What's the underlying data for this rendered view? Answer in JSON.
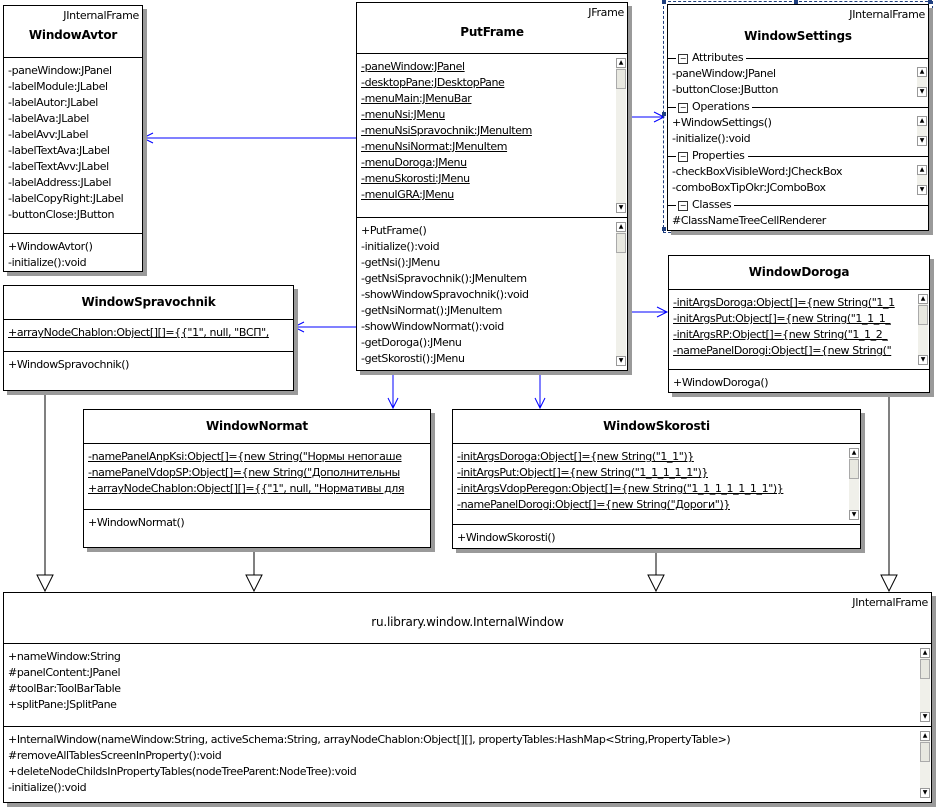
{
  "diagram": {
    "classes": [
      {
        "id": "WindowAvtor",
        "stereotype": "JInternalFrame",
        "name": "WindowAvtor",
        "attributes": [
          "-paneWindow:JPanel",
          "-labelModule:JLabel",
          "-labelAutor:JLabel",
          "-labelAva:JLabel",
          "-labelAvv:JLabel",
          "-labelTextAva:JLabel",
          "-labelTextAvv:JLabel",
          "-labelAddress:JLabel",
          "-labelCopyRight:JLabel",
          "-buttonClose:JButton"
        ],
        "attributes_static": false,
        "scroll": false,
        "operations": [
          "+WindowAvtor()",
          "-initialize():void"
        ]
      },
      {
        "id": "PutFrame",
        "stereotype": "JFrame",
        "name": "PutFrame",
        "attributes": [
          "-paneWindow:JPanel",
          "-desktopPane:JDesktopPane",
          "-menuMain:JMenuBar",
          "-menuNsi:JMenu",
          "-menuNsiSpravochnik:JMenuItem",
          "-menuNsiNormat:JMenuItem",
          "-menuDoroga:JMenu",
          "-menuSkorosti:JMenu",
          "-menuIGRA:JMenu"
        ],
        "attributes_static": true,
        "scroll": true,
        "operations": [
          "+PutFrame()",
          "-initialize():void",
          "-getNsi():JMenu",
          "-getNsiSpravochnik():JMenuItem",
          "-showWindowSpravochnik():void",
          "-getNsiNormat():JMenuItem",
          "-showWindowNormat():void",
          "-getDoroga():JMenu",
          "-getSkorosti():JMenu"
        ]
      },
      {
        "id": "WindowSpravochnik",
        "stereotype": "",
        "name": "WindowSpravochnik",
        "attributes": [
          "+arrayNodeChablon:Object[][]={{\"1\", null, \"ВСП\","
        ],
        "attributes_static": true,
        "scroll": false,
        "operations": [
          "+WindowSpravochnik()"
        ]
      },
      {
        "id": "WindowDoroga",
        "stereotype": "",
        "name": "WindowDoroga",
        "attributes": [
          "-initArgsDoroga:Object[]={new String(\"1_1",
          "-initArgsPut:Object[]={new String(\"1_1_1_",
          "-initArgsRP:Object[]={new String(\"1_1_2_",
          "-namePanelDorogi:Object[]={new String(\""
        ],
        "attributes_static": true,
        "scroll": true,
        "operations": [
          "+WindowDoroga()"
        ]
      },
      {
        "id": "WindowNormat",
        "stereotype": "",
        "name": "WindowNormat",
        "attributes": [
          "-namePanelAnpKsi:Object[]={new String(\"Нормы непогаше",
          "-namePanelVdopSP:Object[]={new String(\"Дополнительны",
          "+arrayNodeChablon:Object[][]={{\"1\", null, \"Нормативы для"
        ],
        "attributes_static": true,
        "scroll": false,
        "operations": [
          "+WindowNormat()"
        ]
      },
      {
        "id": "WindowSkorosti",
        "stereotype": "",
        "name": "WindowSkorosti",
        "attributes": [
          "-initArgsDoroga:Object[]={new String(\"1_1\")}",
          "-initArgsPut:Object[]={new String(\"1_1_1_1_1\")}",
          "-initArgsVdopPeregon:Object[]={new String(\"1_1_1_1_1_1_1\")}",
          "-namePanelDorogi:Object[]={new String(\"Дороги\")}"
        ],
        "attributes_static": true,
        "scroll": true,
        "operations": [
          "+WindowSkorosti()"
        ]
      },
      {
        "id": "InternalWindow",
        "stereotype": "JInternalFrame",
        "name": "ru.library.window.InternalWindow",
        "attributes": [
          "+nameWindow:String",
          "#panelContent:JPanel",
          "#toolBar:ToolBarTable",
          "+splitPane:JSplitPane"
        ],
        "attributes_static": false,
        "scroll": true,
        "operations": [
          "+InternalWindow(nameWindow:String, activeSchema:String, arrayNodeChablon:Object[][], propertyTables:HashMap<String,PropertyTable>)",
          "#removeAllTablesScreenInProperty():void",
          "+deleteNodeChildsInPropertyTables(nodeTreeParent:NodeTree):void",
          "-initialize():void"
        ]
      }
    ],
    "settings": {
      "stereotype": "JInternalFrame",
      "name": "WindowSettings",
      "groups": [
        {
          "label": "Attributes",
          "rows": [
            "-paneWindow:JPanel",
            "-buttonClose:JButton"
          ],
          "scroll": true
        },
        {
          "label": "Operations",
          "rows": [
            "+WindowSettings()",
            "-initialize():void"
          ],
          "scroll": true
        },
        {
          "label": "Properties",
          "rows": [
            "-checkBoxVisibleWord:JCheckBox",
            "-comboBoxTipOkr:JComboBox"
          ],
          "scroll": true
        },
        {
          "label": "Classes",
          "rows": [
            "#ClassNameTreeCellRenderer"
          ],
          "scroll": false
        }
      ],
      "selected": true
    },
    "relations": [
      {
        "type": "association",
        "from": "PutFrame",
        "to": "WindowAvtor"
      },
      {
        "type": "association",
        "from": "PutFrame",
        "to": "WindowSpravochnik"
      },
      {
        "type": "association",
        "from": "PutFrame",
        "to": "WindowSettings"
      },
      {
        "type": "association",
        "from": "PutFrame",
        "to": "WindowDoroga"
      },
      {
        "type": "association",
        "from": "PutFrame",
        "to": "WindowNormat"
      },
      {
        "type": "association",
        "from": "PutFrame",
        "to": "WindowSkorosti"
      },
      {
        "type": "generalization",
        "from": "WindowSpravochnik",
        "to": "InternalWindow"
      },
      {
        "type": "generalization",
        "from": "WindowNormat",
        "to": "InternalWindow"
      },
      {
        "type": "generalization",
        "from": "WindowSkorosti",
        "to": "InternalWindow"
      },
      {
        "type": "generalization",
        "from": "WindowDoroga",
        "to": "InternalWindow"
      }
    ],
    "colors": {
      "association": "#0000ff",
      "generalization": "#000000",
      "selection": "#1f3f7f"
    },
    "icons": {
      "collapse": "minus-box-icon",
      "scroll_up": "arrow-up-icon",
      "scroll_down": "arrow-down-icon"
    }
  }
}
